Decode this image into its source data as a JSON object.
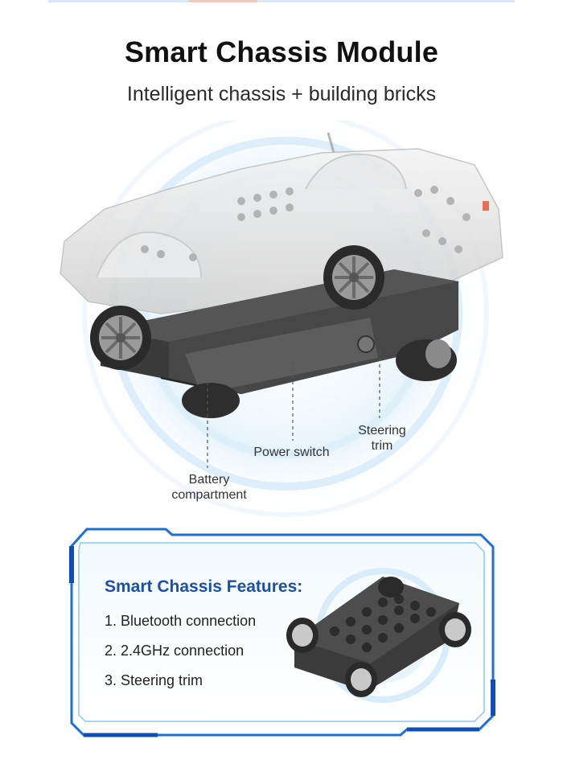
{
  "header": {
    "title": "Smart Chassis Module",
    "subtitle": "Intelligent chassis + building bricks"
  },
  "callouts": {
    "battery": "Battery\ncompartment",
    "power_switch": "Power switch",
    "steering_trim": "Steering\ntrim"
  },
  "features_panel": {
    "title": "Smart Chassis Features:",
    "items": [
      "1. Bluetooth connection",
      "2. 2.4GHz connection",
      "3. Steering trim"
    ]
  },
  "colors": {
    "accent_blue": "#1c4fa8",
    "frame_blue": "#1a6fd8",
    "glow_blue": "#bfe0f7"
  }
}
